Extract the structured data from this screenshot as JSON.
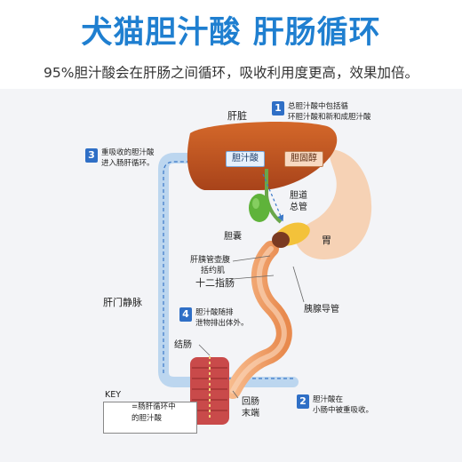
{
  "title": "犬猫胆汁酸 肝肠循环",
  "subtitle": "95%胆汁酸会在肝肠之间循环，吸收利用度更高，效果加倍。",
  "steps": {
    "s1": {
      "num": "1",
      "text1": "总胆汁酸中包括循",
      "text2": "环胆汁酸和新和成胆汁酸"
    },
    "s2": {
      "num": "2",
      "text1": "胆汁酸在",
      "text2": "小肠中被重吸收。"
    },
    "s3": {
      "num": "3",
      "text1": "重吸收的胆汁酸",
      "text2": "进入肠肝循环。"
    },
    "s4": {
      "num": "4",
      "text1": "胆汁酸随排",
      "text2": "泄物排出体外。"
    }
  },
  "labels": {
    "liver": "肝脏",
    "bile_acid": "胆汁酸",
    "cholesterol": "胆固醇",
    "bile_duct_1": "胆道",
    "bile_duct_2": "总管",
    "gallbladder": "胆囊",
    "stomach": "胃",
    "sphincter_1": "肝胰管壶腹",
    "sphincter_2": "括约肌",
    "duodenum": "十二指肠",
    "portal_vein": "肝门静脉",
    "pancreatic_duct": "胰腺导管",
    "colon": "结肠",
    "ileum_1": "回肠",
    "ileum_2": "末端"
  },
  "key": {
    "title": "KEY",
    "line1": "=肠肝循环中",
    "line2": "的胆汁酸"
  },
  "colors": {
    "title": "#1f7fd0",
    "liver": "#c8591f",
    "intestine": "#f2a870",
    "vein": "#bcd6ef",
    "step_badge": "#2f6fc6",
    "gallbladder": "#5fb33a",
    "pancreas": "#f3c23a"
  }
}
